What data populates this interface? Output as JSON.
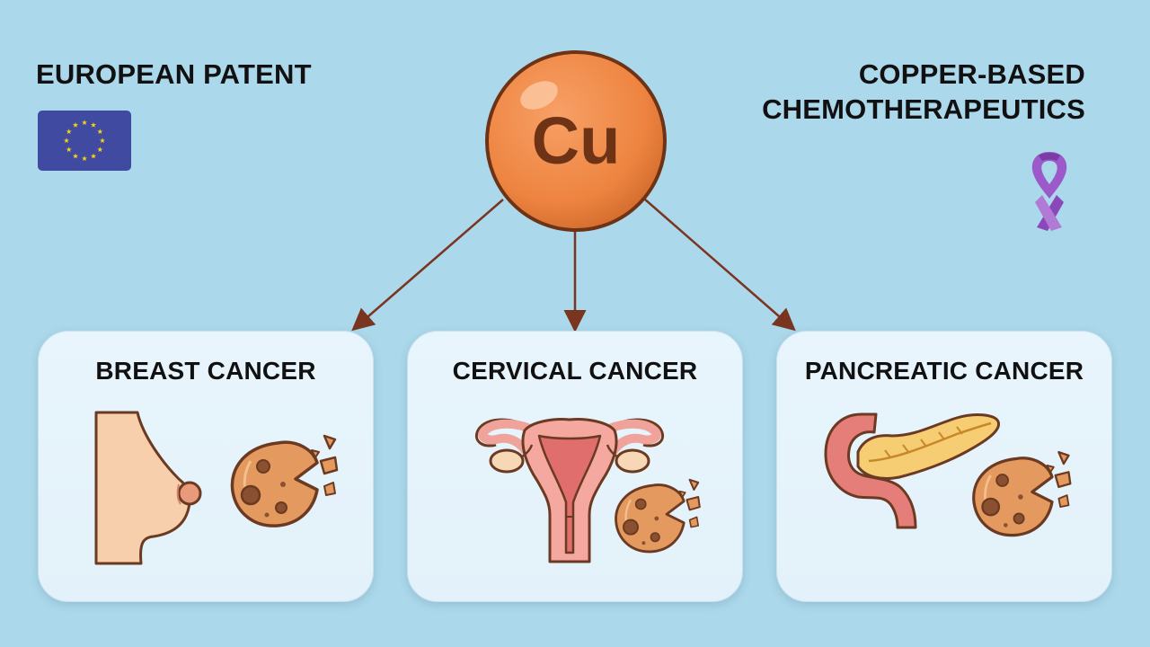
{
  "header": {
    "left_title": "EUROPEAN PATENT",
    "right_title_line1": "COPPER-BASED",
    "right_title_line2": "CHEMOTHERAPEUTICS"
  },
  "center": {
    "symbol": "Cu"
  },
  "cards": [
    {
      "title": "BREAST CANCER"
    },
    {
      "title": "CERVICAL CANCER"
    },
    {
      "title": "PANCREATIC CANCER"
    }
  ],
  "colors": {
    "background": "#acd8eb",
    "copper": "#f08a48",
    "copper_dark": "#7a3a1a",
    "arrow": "#7a3520",
    "eu_blue": "#3f4aa0",
    "eu_star": "#f5d417",
    "ribbon": "#9b59c9",
    "cancer_cell": "#e49a5e"
  },
  "icons": [
    "eu-flag-icon",
    "awareness-ribbon-icon",
    "breast-icon",
    "uterus-icon",
    "pancreas-icon",
    "cancer-cell-icon"
  ]
}
